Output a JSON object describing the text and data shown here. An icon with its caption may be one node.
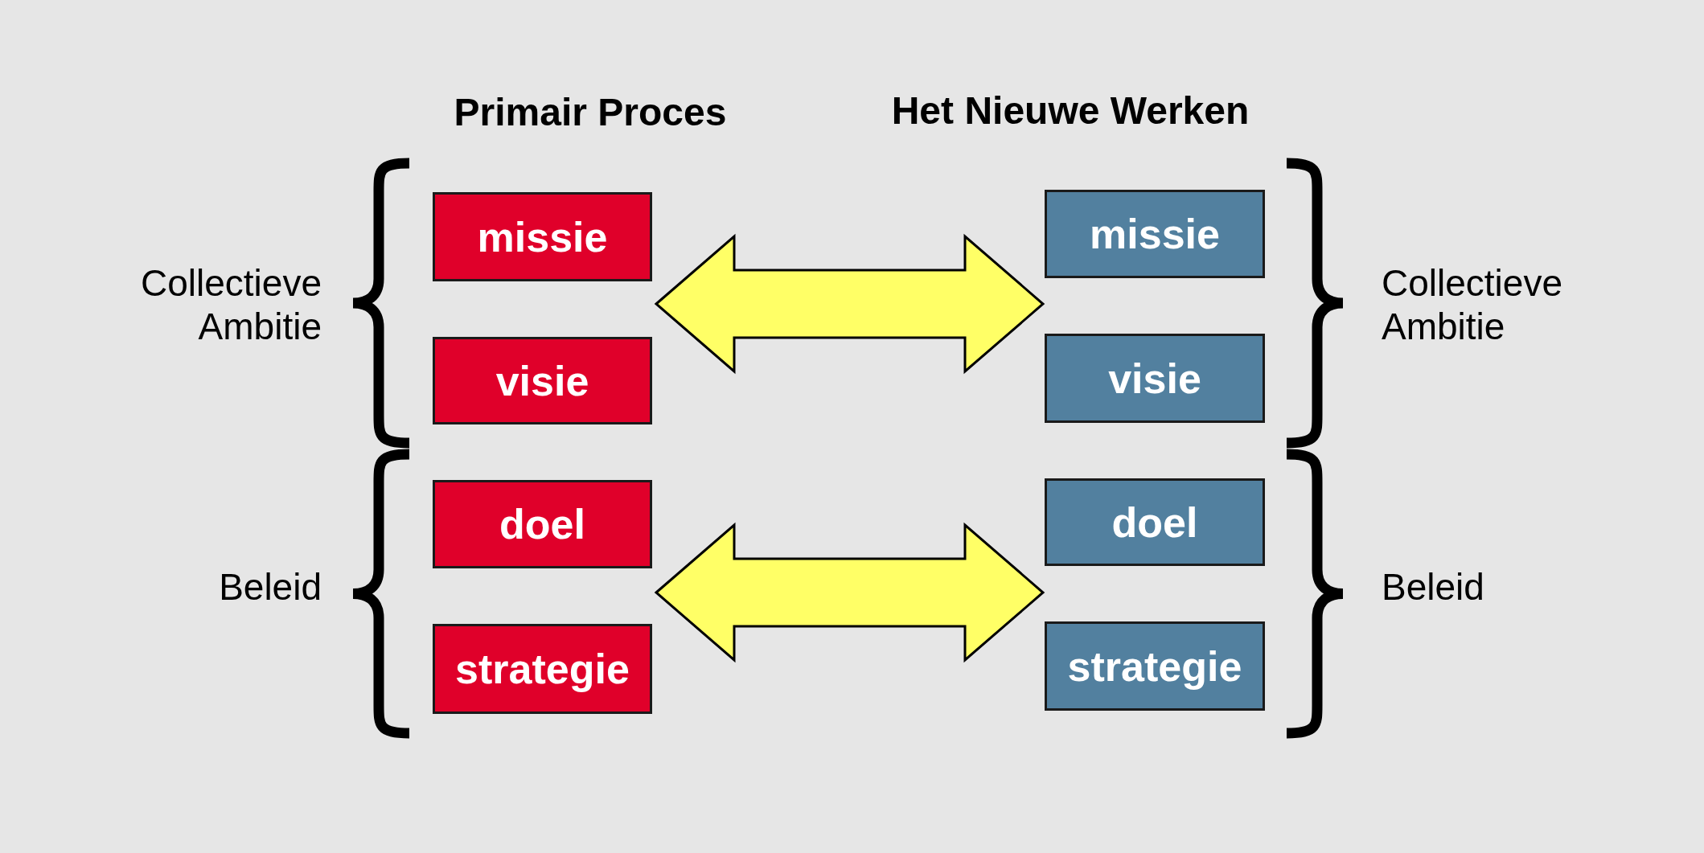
{
  "diagram": {
    "nodes": [
      {
        "text": [
          "missie"
        ]
      },
      {
        "text": [
          "missie"
        ]
      },
      {
        "text": [
          "visie"
        ]
      },
      {
        "text": [
          "visie"
        ]
      },
      {
        "text": [
          "doel"
        ]
      },
      {
        "text": [
          "doel"
        ]
      },
      {
        "text": [
          "strategie"
        ]
      },
      {
        "text": [
          "strategie"
        ]
      }
    ],
    "edges": [
      {
        "from": 0,
        "to": 1,
        "arrow": "both"
      },
      {
        "from": 4,
        "to": 5,
        "arrow": "both"
      }
    ],
    "labels": [
      "Primair Proces",
      "Het Nieuwe Werken",
      "Collectieve Ambitie",
      "Collectieve Ambitie",
      "Beleid",
      "Beleid"
    ]
  }
}
